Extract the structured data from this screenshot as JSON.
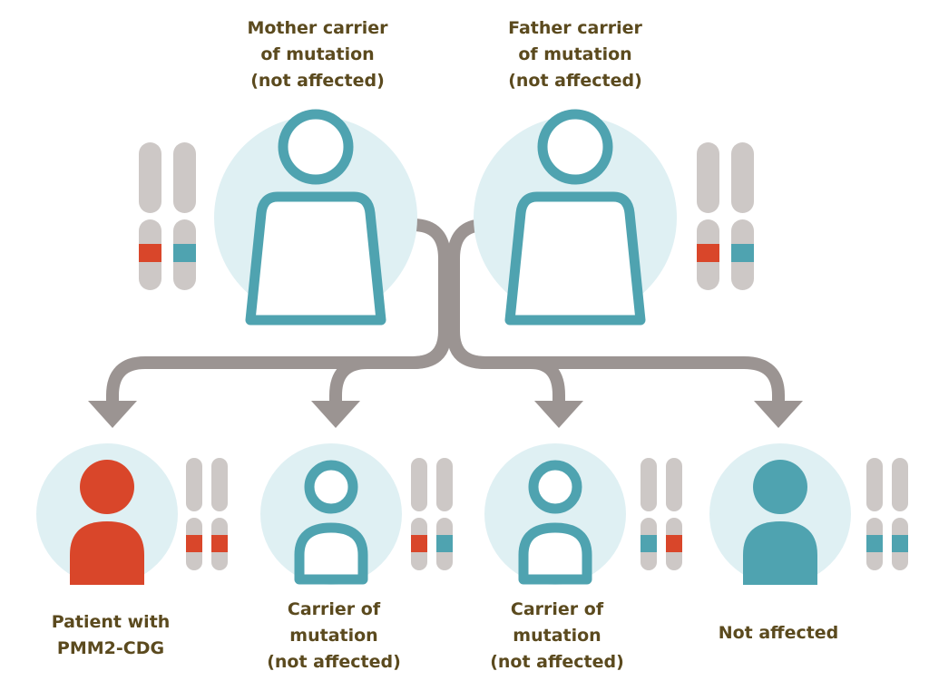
{
  "colors": {
    "teal": "#4fa3b0",
    "red": "#d9462a",
    "circle_bg": "#dff0f3",
    "chromosome": "#cdc8c6",
    "arrow": "#9b9492",
    "text": "#5b4a1e"
  },
  "parents": [
    {
      "name": "mother",
      "label": [
        "Mother carrier",
        "of mutation",
        "(not affected)"
      ],
      "alleles": [
        "red",
        "teal"
      ]
    },
    {
      "name": "father",
      "label": [
        "Father carrier",
        "of mutation",
        "(not affected)"
      ],
      "alleles": [
        "red",
        "teal"
      ]
    }
  ],
  "children": [
    {
      "name": "patient",
      "label": [
        "Patient with",
        "PMM2-CDG"
      ],
      "alleles": [
        "red",
        "red"
      ],
      "style": "filled-red"
    },
    {
      "name": "carrier-1",
      "label": [
        "Carrier of",
        "mutation",
        "(not affected)"
      ],
      "alleles": [
        "red",
        "teal"
      ],
      "style": "outline-teal"
    },
    {
      "name": "carrier-2",
      "label": [
        "Carrier of",
        "mutation",
        "(not affected)"
      ],
      "alleles": [
        "teal",
        "red"
      ],
      "style": "outline-teal"
    },
    {
      "name": "not-affected",
      "label": [
        "Not affected"
      ],
      "alleles": [
        "teal",
        "teal"
      ],
      "style": "filled-teal"
    }
  ]
}
